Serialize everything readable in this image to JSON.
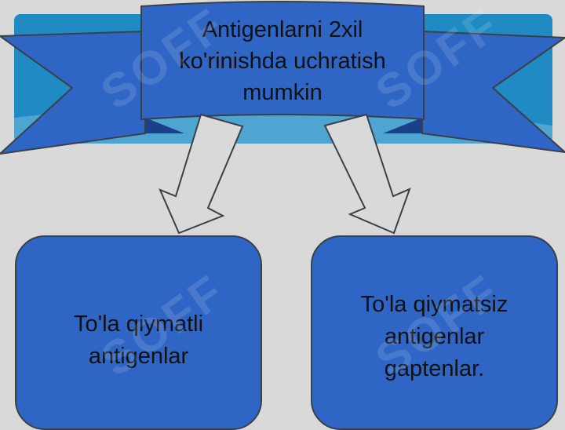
{
  "title": {
    "lines": [
      "Antigenlarni 2xil",
      "ko'rinishda uchratish",
      "mumkin"
    ]
  },
  "boxes": [
    {
      "lines": [
        "To'la qiymatli",
        "antigenlar"
      ]
    },
    {
      "lines": [
        "To'la qiymatsiz",
        "antigenlar",
        "gaptenlar."
      ]
    }
  ],
  "watermark": "SOFF",
  "colors": {
    "background": "#d9d9d9",
    "ribbon": "#2f66c6",
    "banner_band": "#1f8ac4",
    "box_fill": "#2f66c6",
    "arrow_fill": "#d9d9d9"
  }
}
